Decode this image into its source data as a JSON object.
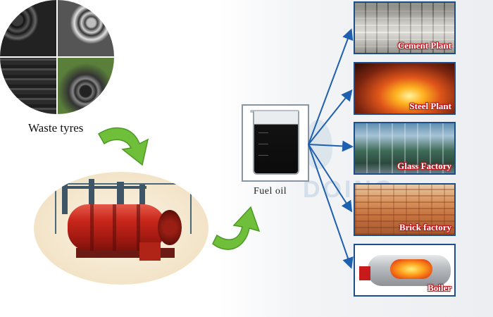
{
  "labels": {
    "waste_tyres": "Waste tyres",
    "fuel_oil": "Fuel oil",
    "watermark": "DOING"
  },
  "applications": [
    {
      "id": "cement",
      "label": "Cement Plant"
    },
    {
      "id": "steel",
      "label": "Steel Plant"
    },
    {
      "id": "glass",
      "label": "Glass Factory"
    },
    {
      "id": "brick",
      "label": "Brick factory"
    },
    {
      "id": "boiler",
      "label": "Boiler"
    }
  ],
  "colors": {
    "green_arrow": "#6fbf3a",
    "blue_arrow": "#1f5fb0",
    "box_border": "#1b4e8a",
    "label_outline": "#c0131b"
  }
}
